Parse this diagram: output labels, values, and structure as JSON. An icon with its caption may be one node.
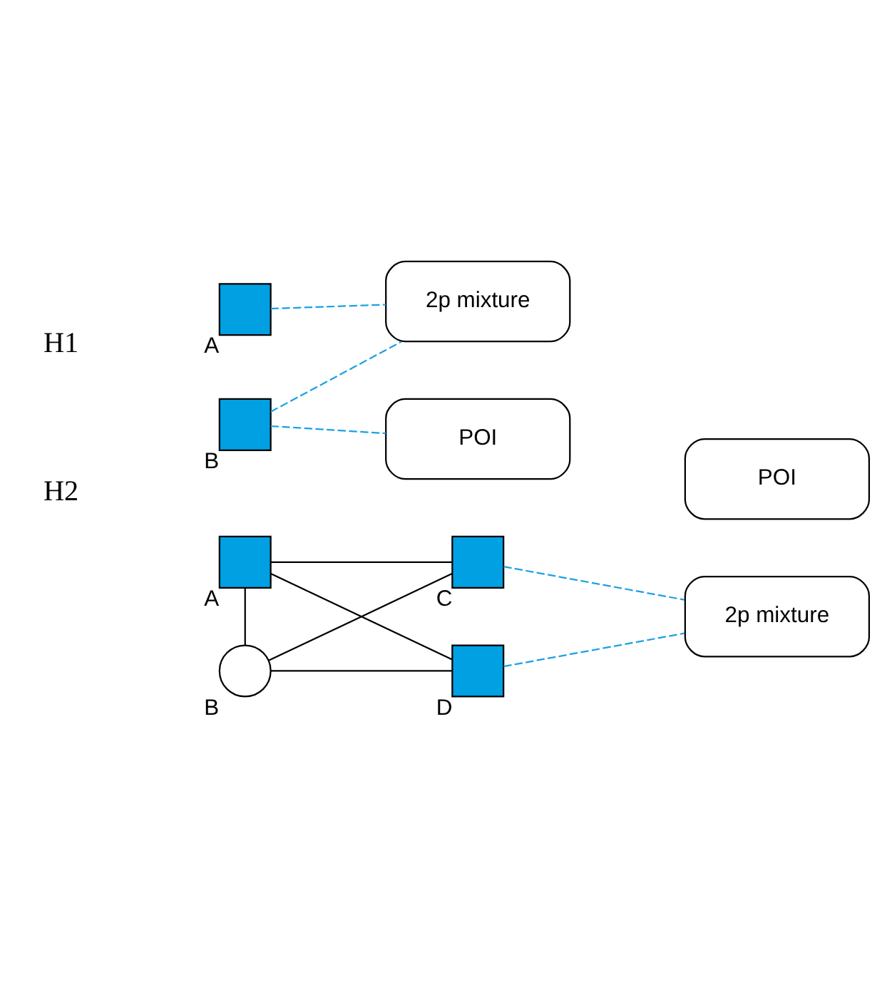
{
  "diagram": {
    "nodes": [
      {
        "text": [],
        "shape": "box",
        "beside": [
          "A"
        ]
      },
      {
        "text": [],
        "shape": "box",
        "beside": [
          "B"
        ]
      },
      {
        "text": [
          "2p mixture"
        ]
      },
      {
        "text": [
          "POI"
        ]
      },
      {
        "text": [],
        "shape": "box",
        "beside": [
          "A"
        ]
      },
      {
        "text": [],
        "shape": "circle",
        "beside": [
          "B"
        ]
      },
      {
        "text": [
          "2p mixture"
        ]
      },
      {
        "text": [
          "POI"
        ]
      },
      {
        "text": [],
        "shape": "box",
        "beside": [
          "C"
        ]
      },
      {
        "text": [],
        "shape": "box",
        "beside": [
          "D"
        ]
      }
    ],
    "edges": [
      {
        "from": 0,
        "to": 2,
        "arrow": "none",
        "style": "dashed"
      },
      {
        "from": 1,
        "to": 2,
        "arrow": "none",
        "style": "dashed"
      },
      {
        "from": 1,
        "to": 3,
        "arrow": "none",
        "style": "dashed"
      },
      {
        "from": 4,
        "to": 5,
        "arrow": "none",
        "color": "#000000"
      },
      {
        "from": 4,
        "to": 8,
        "arrow": "none",
        "color": "#000000"
      },
      {
        "from": 4,
        "to": 9,
        "arrow": "none",
        "color": "#000000"
      },
      {
        "from": 5,
        "to": 8,
        "arrow": "none",
        "color": "#000000"
      },
      {
        "from": 5,
        "to": 9,
        "arrow": "none",
        "color": "#000000"
      },
      {
        "from": 8,
        "to": 6,
        "arrow": "none",
        "style": "dashed"
      },
      {
        "from": 9,
        "to": 6,
        "arrow": "none",
        "style": "dashed"
      }
    ],
    "labels": [
      "H1",
      "H2"
    ]
  }
}
